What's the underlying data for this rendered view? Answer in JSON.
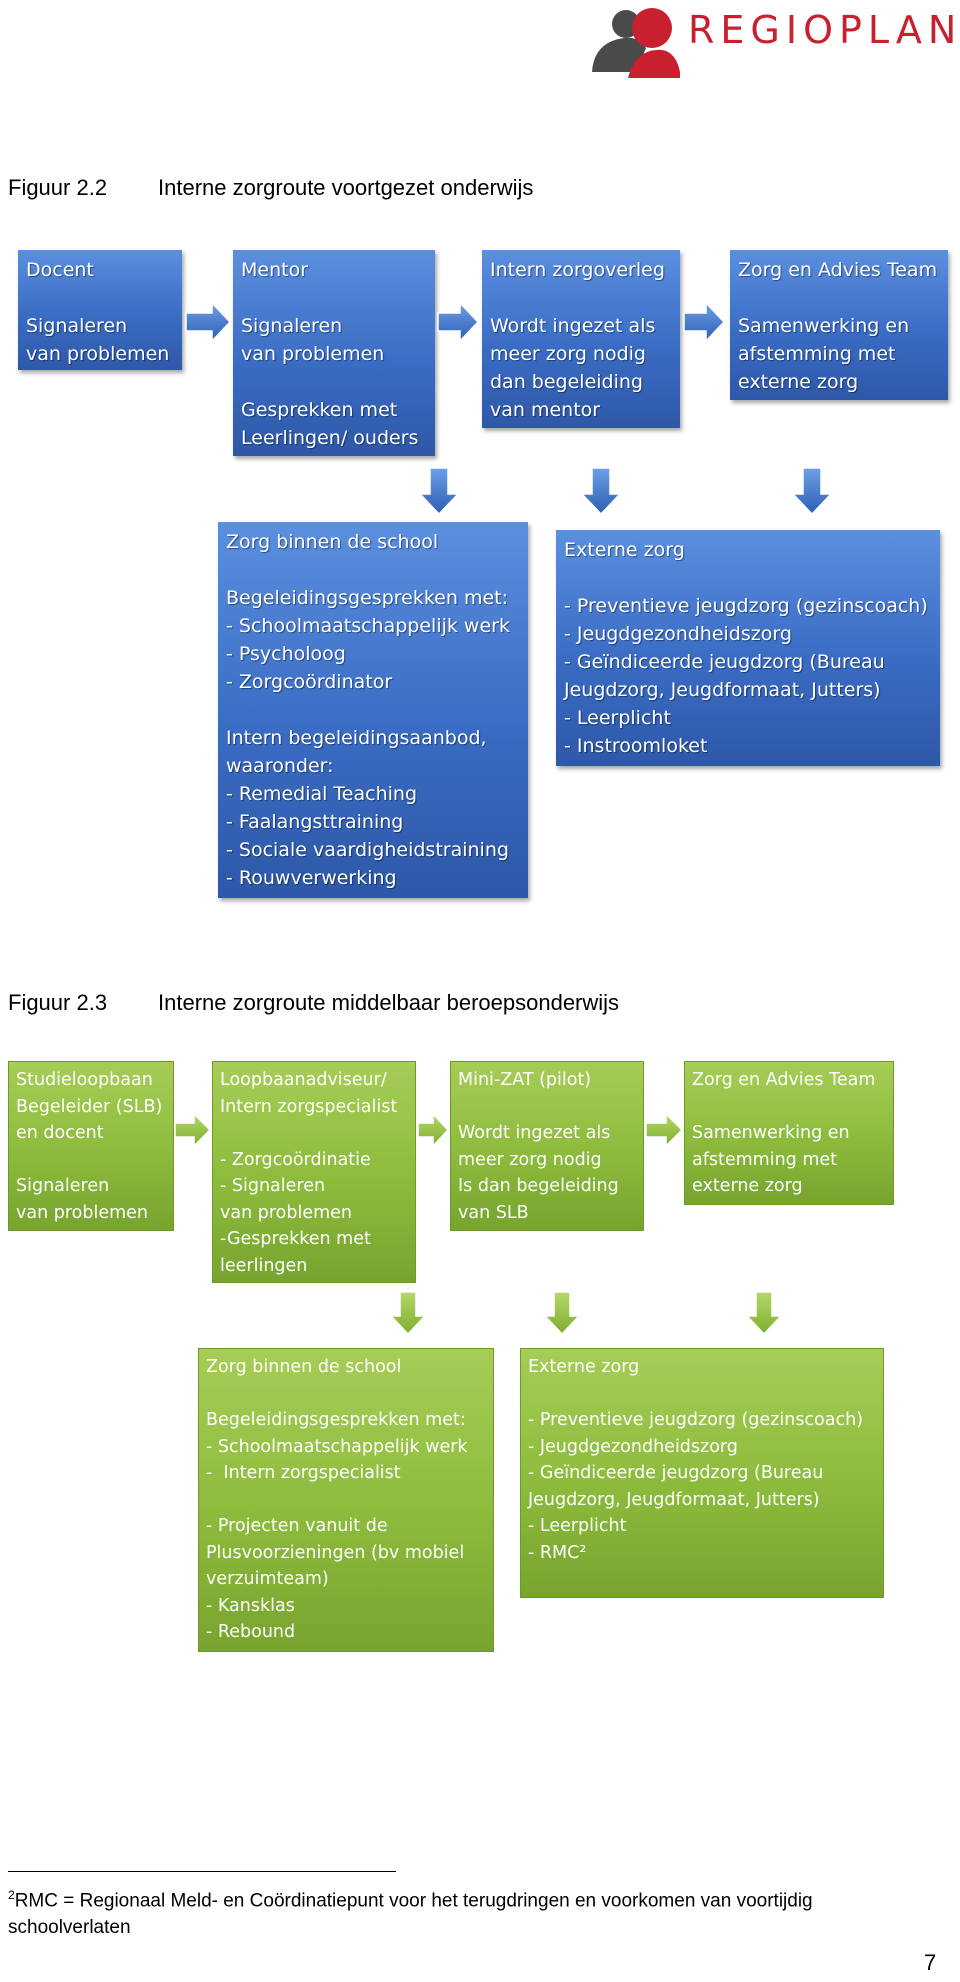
{
  "header": {
    "logo_text": "REGIOPLAN",
    "colors": {
      "logo_red": "#c8202f",
      "logo_gray": "#4a4a4a"
    }
  },
  "figure_2_2": {
    "number": "Figuur 2.2",
    "title": "Interne zorgroute voortgezet onderwijs",
    "box_color": "#3a6cc4",
    "boxes": {
      "docent": "Docent\n\nSignaleren\nvan problemen",
      "mentor": "Mentor\n\nSignaleren\nvan problemen\n\nGesprekken met\nLeerlingen/ ouders",
      "intern": "Intern zorgoverleg\n\nWordt ingezet als\nmeer zorg nodig\ndan begeleiding\nvan mentor",
      "zat": "Zorg en Advies Team\n\nSamenwerking en\nafstemming met\nexterne zorg",
      "binnen": "Zorg binnen de school\n\nBegeleidingsgesprekken met:\n- Schoolmaatschappelijk werk\n- Psycholoog\n- Zorgcoördinator\n\nIntern begeleidingsaanbod,\nwaaronder:\n- Remedial Teaching\n- Faalangsttraining\n- Sociale vaardigheidstraining\n- Rouwverwerking",
      "extern": "Externe zorg\n\n- Preventieve jeugdzorg (gezinscoach)\n- Jeugdgezondheidszorg\n- Geïndiceerde jeugdzorg (Bureau\nJeugdzorg, Jeugdformaat, Jutters)\n- Leerplicht\n- Instroomloket"
    }
  },
  "figure_2_3": {
    "number": "Figuur 2.3",
    "title": "Interne zorgroute middelbaar beroepsonderwijs",
    "box_color": "#8cbb3c",
    "boxes": {
      "slb": "Studieloopbaan\nBegeleider (SLB)\nen docent\n\nSignaleren\nvan problemen",
      "loop": "Loopbaanadviseur/\nIntern zorgspecialist\n\n- Zorgcoördinatie\n- Signaleren\nvan problemen\n-Gesprekken met\nleerlingen",
      "minizat": "Mini-ZAT (pilot)\n\nWordt ingezet als\nmeer zorg nodig\nIs dan begeleiding\nvan SLB",
      "zat": "Zorg en Advies Team\n\nSamenwerking en\nafstemming met\nexterne zorg",
      "binnen": "Zorg binnen de school\n\nBegeleidingsgesprekken met:\n- Schoolmaatschappelijk werk\n-  Intern zorgspecialist\n\n- Projecten vanuit de\nPlusvoorzieningen (bv mobiel\nverzuimteam)\n- Kansklas\n- Rebound",
      "extern": "Externe zorg\n\n- Preventieve jeugdzorg (gezinscoach)\n- Jeugdgezondheidszorg\n- Geïndiceerde jeugdzorg (Bureau\nJeugdzorg, Jeugdformaat, Jutters)\n- Leerplicht\n- RMC²"
    }
  },
  "footnote": {
    "marker": "2",
    "text": "RMC = Regionaal Meld- en Coördinatiepunt voor het terugdringen en voorkomen van voortijdig schoolverlaten"
  },
  "page_number": "7"
}
